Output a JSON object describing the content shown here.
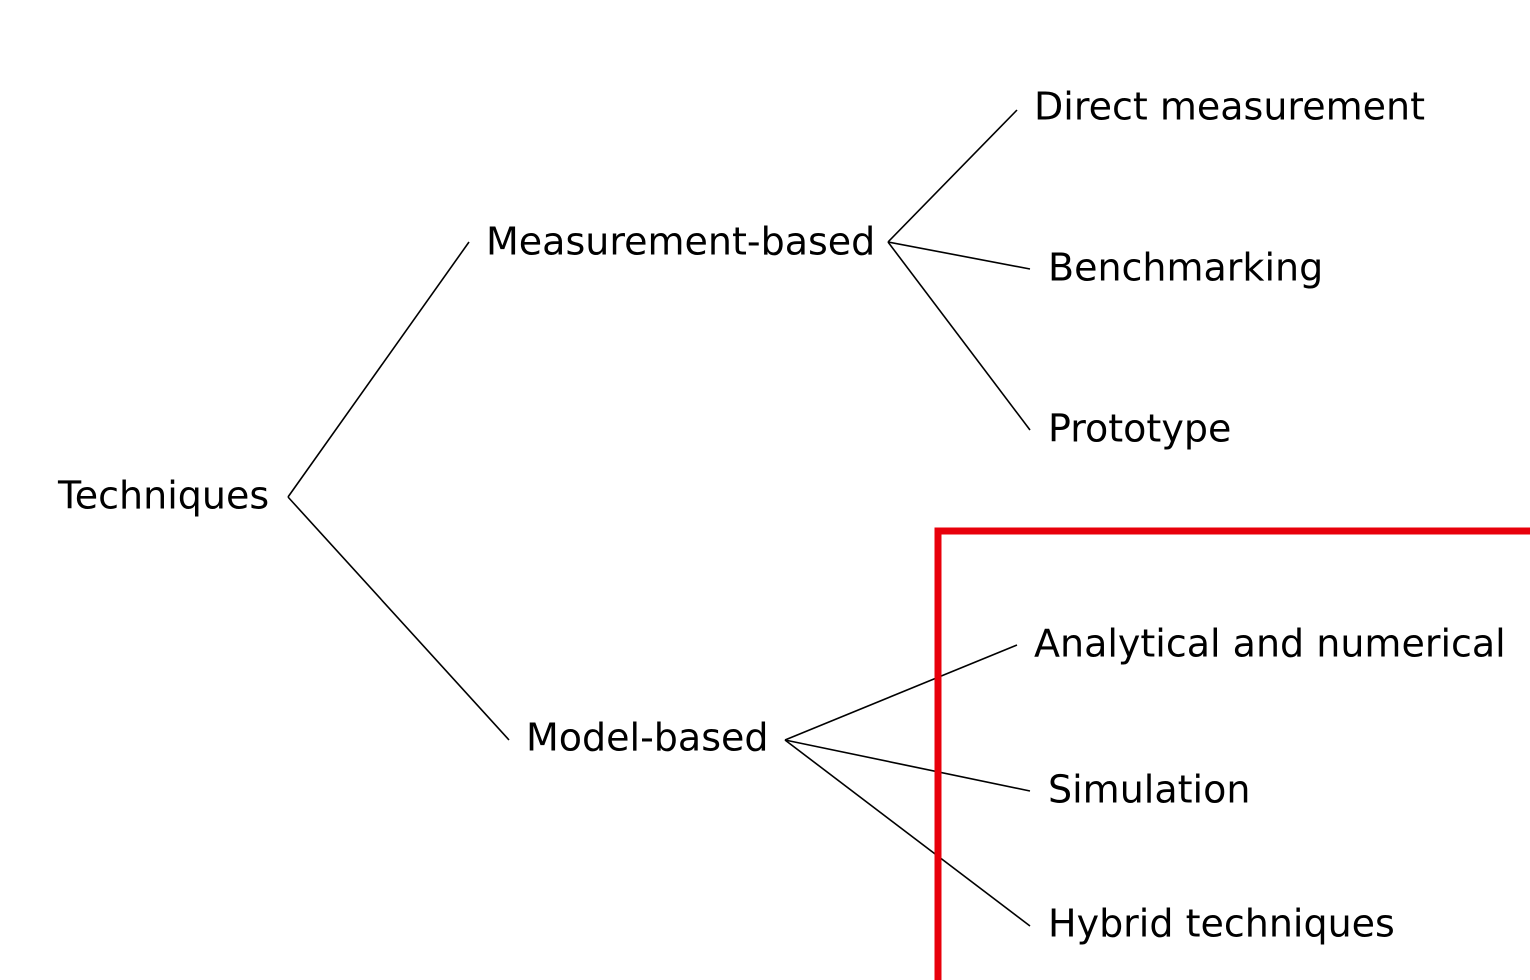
{
  "tree": {
    "root": {
      "label": "Techniques"
    },
    "branches": [
      {
        "label": "Measurement-based",
        "children": [
          {
            "label": "Direct measurement"
          },
          {
            "label": "Benchmarking"
          },
          {
            "label": "Prototype"
          }
        ]
      },
      {
        "label": "Model-based",
        "children": [
          {
            "label": "Analytical and numerical"
          },
          {
            "label": "Simulation"
          },
          {
            "label": "Hybrid techniques"
          }
        ]
      }
    ]
  },
  "colors": {
    "highlight": "#e8000b",
    "lines": "#000000",
    "text": "#000000"
  }
}
